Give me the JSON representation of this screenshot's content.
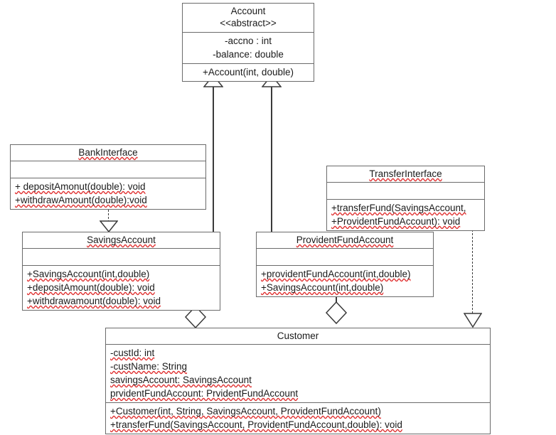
{
  "diagram": {
    "kind": "uml-class-diagram",
    "title": "Banking system UML class diagram",
    "stroke_color": "#3a3a3a",
    "box_border_color": "#6b6b6b",
    "background": "#ffffff",
    "spellcheck_underline_color": "#e03030"
  },
  "classes": {
    "account": {
      "name": "Account",
      "stereotype": "<<abstract>>",
      "attributes": [
        "-accno : int",
        "-balance: double"
      ],
      "operations": [
        "+Account(int, double)"
      ]
    },
    "bank_interface": {
      "name": "BankInterface",
      "attributes": [],
      "operations": [
        "+ depositAmonut(double): void",
        "+withdrawAmount(double):void"
      ]
    },
    "transfer_interface": {
      "name": "TransferInterface",
      "attributes": [],
      "operations": [
        "+transferFund(SavingsAccount,",
        "+ProvidentFundAccount): void"
      ]
    },
    "savings_account": {
      "name": "SavingsAccount",
      "attributes": [],
      "operations": [
        "+SavingsAccount(int,double)",
        "+depositAmount(double): void",
        "+withdrawamount(double): void"
      ]
    },
    "provident_fund_account": {
      "name": "ProvidentFundAccount",
      "attributes": [],
      "operations": [
        "+providentFundAccount(int,double)",
        "+SavingsAccount(int,double)"
      ]
    },
    "customer": {
      "name": "Customer",
      "attributes": [
        "-custId: int",
        "-custName: String",
        "savingsAccount: SavingsAccount",
        "prvidentFundAccount: PrvidentFundAccount"
      ],
      "operations": [
        "+Customer(int, String, SavingsAccount, ProvidentFundAccount)",
        "+transferFund(SavingsAccount, ProvidentFundAccount,double): void"
      ]
    }
  },
  "relationships": [
    {
      "name": "savings-account-extends-account",
      "type": "generalization",
      "from": "SavingsAccount",
      "to": "Account"
    },
    {
      "name": "provident-fund-account-extends-account",
      "type": "generalization",
      "from": "ProvidentFundAccount",
      "to": "Account"
    },
    {
      "name": "savings-account-implements-bank-interface",
      "type": "realization",
      "from": "SavingsAccount",
      "to": "BankInterface"
    },
    {
      "name": "customer-implements-transfer-interface",
      "type": "realization",
      "from": "Customer",
      "to": "TransferInterface"
    },
    {
      "name": "customer-aggregates-savings-account",
      "type": "aggregation",
      "from": "Customer",
      "to": "SavingsAccount"
    },
    {
      "name": "customer-aggregates-provident-fund-account",
      "type": "aggregation",
      "from": "Customer",
      "to": "ProvidentFundAccount"
    }
  ]
}
